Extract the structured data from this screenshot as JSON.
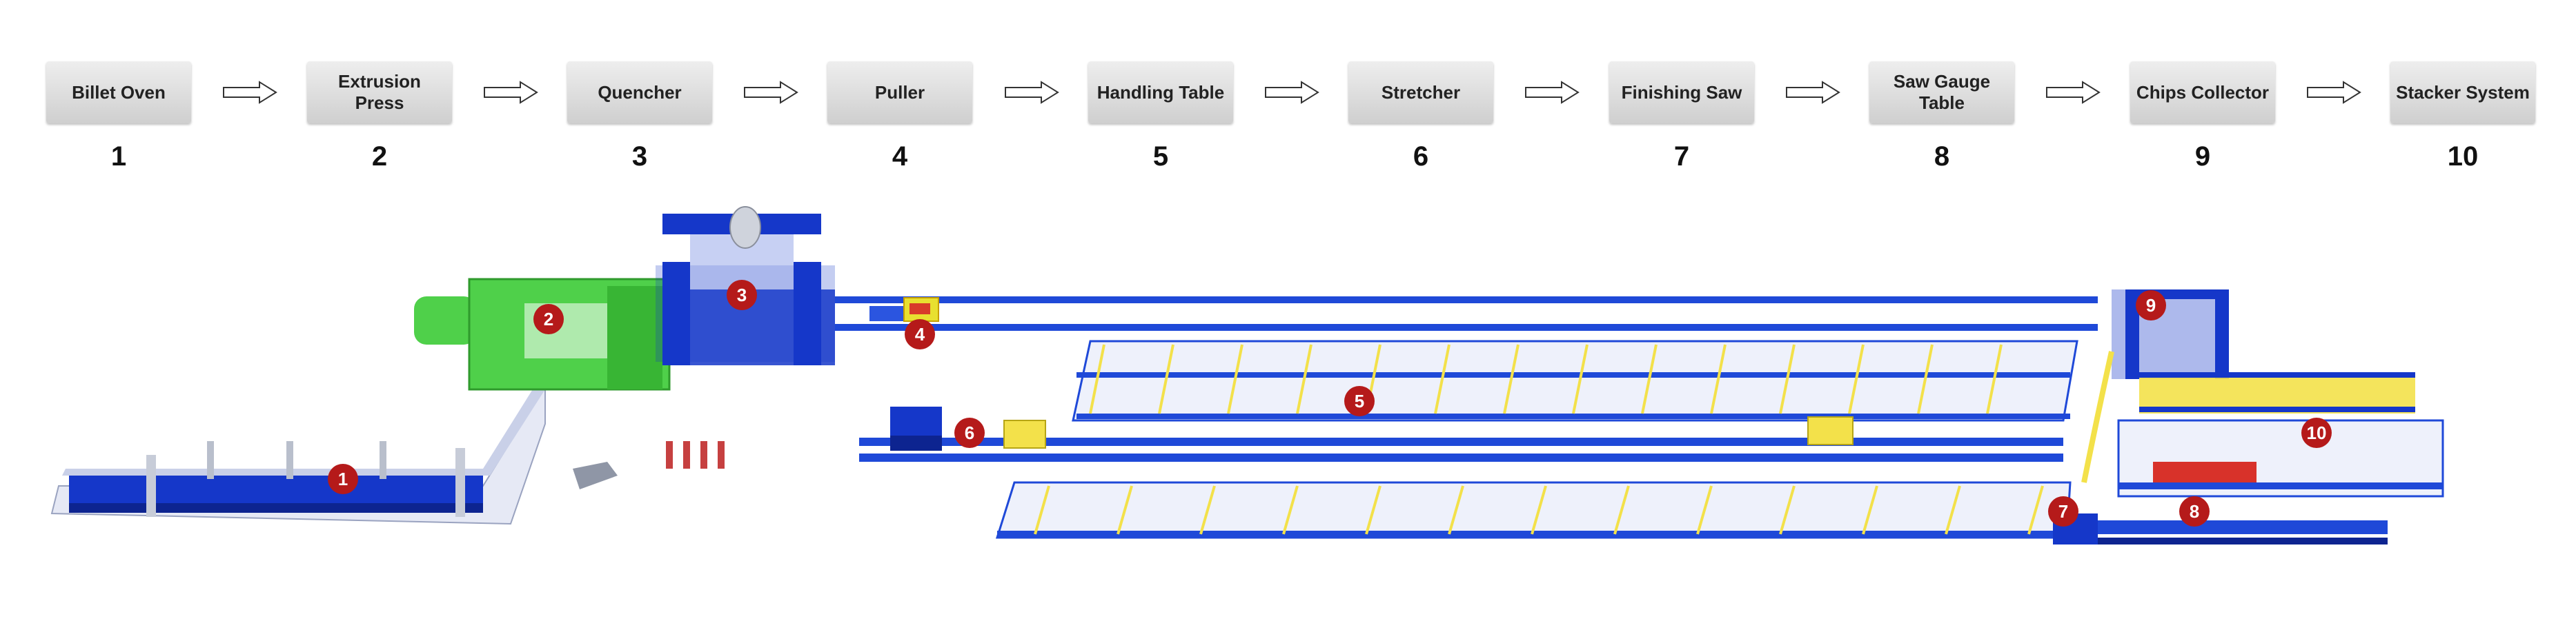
{
  "colors": {
    "machine_blue": "#1537c9",
    "rail_blue": "#1f49d8",
    "press_green": "#4fd04a",
    "rack_yellow": "#f3e14a",
    "marker_red": "#b51a1a",
    "box_gray": "#d9d9d9"
  },
  "steps": [
    {
      "label": "Billet Oven",
      "number": "1"
    },
    {
      "label": "Extrusion Press",
      "number": "2"
    },
    {
      "label": "Quencher",
      "number": "3"
    },
    {
      "label": "Puller",
      "number": "4"
    },
    {
      "label": "Handling Table",
      "number": "5"
    },
    {
      "label": "Stretcher",
      "number": "6"
    },
    {
      "label": "Finishing Saw",
      "number": "7"
    },
    {
      "label": "Saw Gauge Table",
      "number": "8"
    },
    {
      "label": "Chips Collector",
      "number": "9"
    },
    {
      "label": "Stacker System",
      "number": "10"
    }
  ],
  "arrow_icon": "right-arrow-icon",
  "markers": [
    "1",
    "2",
    "3",
    "4",
    "5",
    "6",
    "7",
    "8",
    "9",
    "10"
  ]
}
